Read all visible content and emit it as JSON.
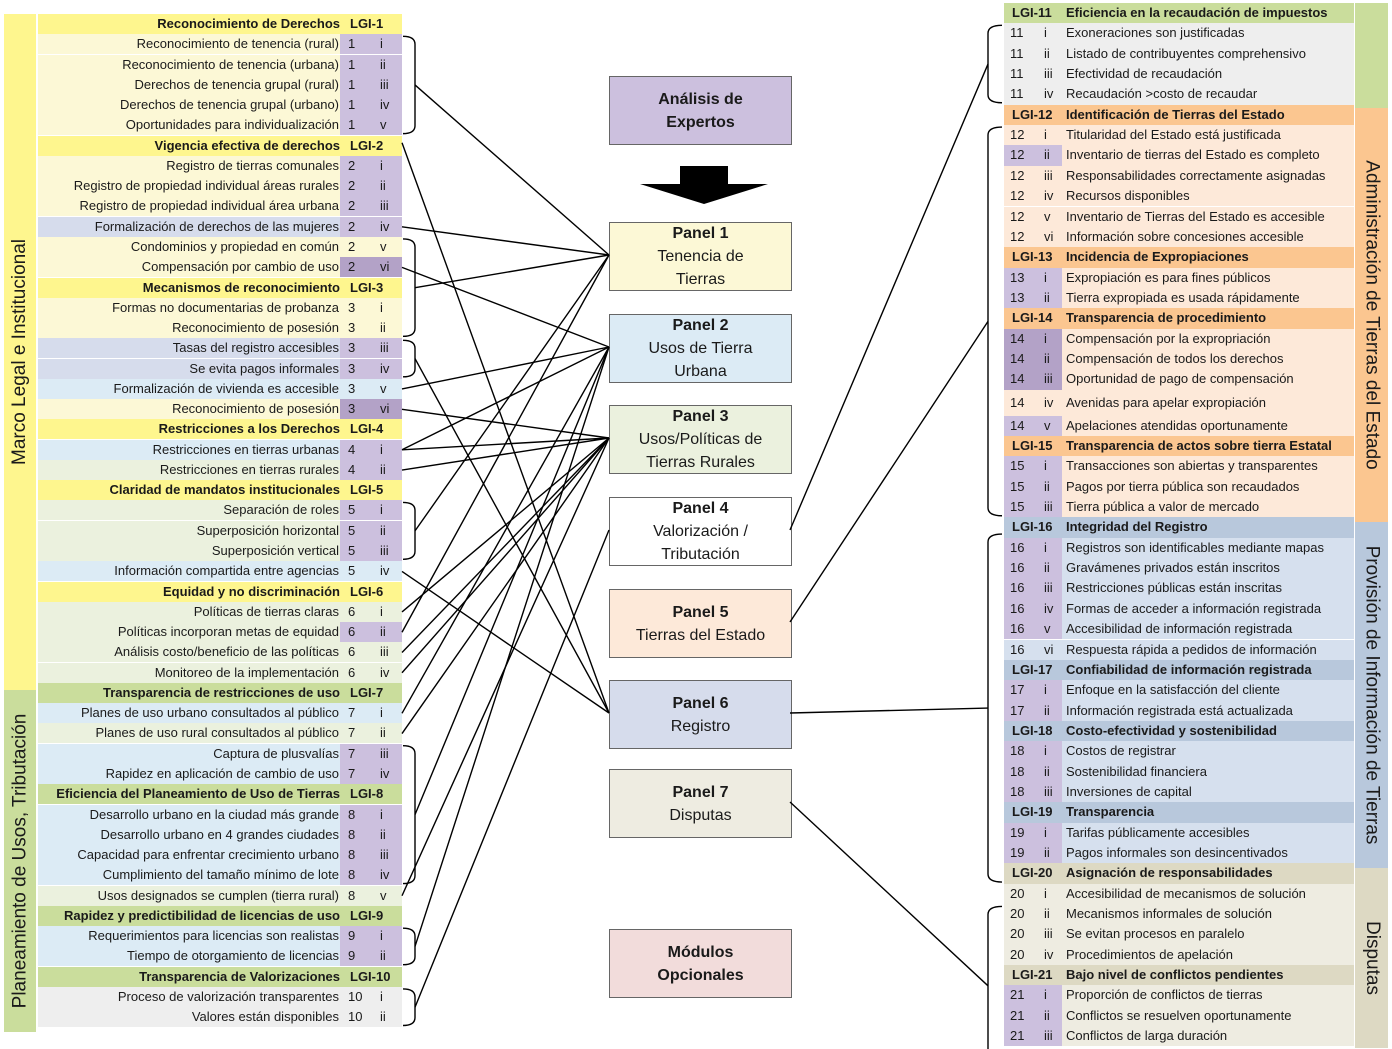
{
  "colors": {
    "yellow_head": "#fef68e",
    "yellow_row": "#fcf8d6",
    "green_head": "#cadd9c",
    "green_row": "#ebf1de",
    "blue_row": "#dcebf5",
    "lav_row": "#d6dcec",
    "purple": "#ccc0de",
    "orange_head": "#fbc690",
    "orange_row": "#fde9d9",
    "gray_row": "#eeeeee",
    "steel_head": "#b8c8dc",
    "steel_row": "#d6e0ee",
    "tan_head": "#ddd9c3",
    "tan_row": "#eeece1",
    "pink": "#f2dcdb"
  },
  "left_side_labels": [
    {
      "text": "Marco Legal e Institucional",
      "bg": "#fef68e"
    },
    {
      "text": "Planeamiento de Usos, Tributación",
      "bg": "#cadd9c"
    }
  ],
  "right_side_labels": [
    {
      "text": "Administración de Tierras del Estado",
      "bg": "#fbc690"
    },
    {
      "text": "Provisión de Información de Tierras",
      "bg": "#b8c8dc"
    },
    {
      "text": "Disputas",
      "bg": "#ddd9c3"
    }
  ],
  "left_rows": [
    {
      "h": 1,
      "label": "Reconocimiento de Derechos",
      "code": "LGI-1",
      "bg": "#fef68e"
    },
    {
      "label": "Reconocimiento de tenencia  (rural)",
      "n": "1",
      "r": "i",
      "bg": "#fcf8d6",
      "nb": "#ccc0de"
    },
    {
      "label": "Reconocimiento de tenencia  (urbana)",
      "n": "1",
      "r": "ii",
      "bg": "#fcf8d6",
      "nb": "#ccc0de"
    },
    {
      "label": "Derechos de tenencia grupal (rural)",
      "n": "1",
      "r": "iii",
      "bg": "#fcf8d6",
      "nb": "#ccc0de"
    },
    {
      "label": "Derechos de tenencia grupal  (urbano)",
      "n": "1",
      "r": "iv",
      "bg": "#fcf8d6",
      "nb": "#ccc0de"
    },
    {
      "label": "Oportunidades para individualización",
      "n": "1",
      "r": "v",
      "bg": "#fcf8d6",
      "nb": "#ccc0de"
    },
    {
      "h": 1,
      "label": "Vigencia efectiva de derechos",
      "code": "LGI-2",
      "bg": "#fef68e"
    },
    {
      "label": "Registro de tierras comunales",
      "n": "2",
      "r": "i",
      "bg": "#fcf8d6",
      "nb": "#ccc0de"
    },
    {
      "label": "Registro de propiedad individual áreas rurales",
      "n": "2",
      "r": "ii",
      "bg": "#fcf8d6",
      "nb": "#ccc0de"
    },
    {
      "label": "Registro de propiedad individual área urbana",
      "n": "2",
      "r": "iii",
      "bg": "#fcf8d6",
      "nb": "#ccc0de"
    },
    {
      "label": "Formalización de derechos de las mujeres",
      "n": "2",
      "r": "iv",
      "bg": "#d6dcec",
      "nb": "#ccc0de"
    },
    {
      "label": "Condominios y propiedad en común",
      "n": "2",
      "r": "v",
      "bg": "#fcf8d6",
      "nb": "#fcf8d6"
    },
    {
      "label": "Compensación por cambio de uso",
      "n": "2",
      "r": "vi",
      "bg": "#fcf8d6",
      "nb": "#ccc0de",
      "sel": 1
    },
    {
      "h": 1,
      "label": "Mecanismos de reconocimiento",
      "code": "LGI-3",
      "bg": "#fef68e"
    },
    {
      "label": "Formas no documentarias de probanza",
      "n": "3",
      "r": "i",
      "bg": "#fcf8d6",
      "nb": "#fcf8d6"
    },
    {
      "label": "Reconocimiento de posesión",
      "n": "3",
      "r": "ii",
      "bg": "#fcf8d6",
      "nb": "#fcf8d6"
    },
    {
      "label": "Tasas del registro accesibles",
      "n": "3",
      "r": "iii",
      "bg": "#d6dcec",
      "nb": "#ccc0de"
    },
    {
      "label": "Se evita pagos informales",
      "n": "3",
      "r": "iv",
      "bg": "#d6dcec",
      "nb": "#ccc0de"
    },
    {
      "label": "Formalización de vivienda  es accesible",
      "n": "3",
      "r": "v",
      "bg": "#dcebf5",
      "nb": "#dcebf5"
    },
    {
      "label": "Reconocimiento de posesión",
      "n": "3",
      "r": "vi",
      "bg": "#fcf8d6",
      "nb": "#ccc0de",
      "sel": 1
    },
    {
      "h": 1,
      "label": "Restricciones a los Derechos",
      "code": "LGI-4",
      "bg": "#fef68e"
    },
    {
      "label": "Restricciones en tierras urbanas",
      "n": "4",
      "r": "i",
      "bg": "#dcebf5",
      "nb": "#ccc0de"
    },
    {
      "label": "Restricciones en tierras rurales",
      "n": "4",
      "r": "ii",
      "bg": "#ebf1de",
      "nb": "#ccc0de"
    },
    {
      "h": 1,
      "label": "Claridad de mandatos institucionales",
      "code": "LGI-5",
      "bg": "#fef68e"
    },
    {
      "label": "Separación de roles",
      "n": "5",
      "r": "i",
      "bg": "#ebf1de",
      "nb": "#ccc0de"
    },
    {
      "label": "Superposición horizontal",
      "n": "5",
      "r": "ii",
      "bg": "#ebf1de",
      "nb": "#ccc0de"
    },
    {
      "label": "Superposición vertical",
      "n": "5",
      "r": "iii",
      "bg": "#ebf1de",
      "nb": "#ccc0de"
    },
    {
      "label": "Información compartida entre agencias",
      "n": "5",
      "r": "iv",
      "bg": "#dcebf5",
      "nb": "#dcebf5"
    },
    {
      "h": 1,
      "label": "Equidad y no discriminación",
      "code": "LGI-6",
      "bg": "#fef68e"
    },
    {
      "label": "Políticas de tierras claras",
      "n": "6",
      "r": "i",
      "bg": "#ebf1de",
      "nb": "#ebf1de"
    },
    {
      "label": "Políticas incorporan metas de equidad",
      "n": "6",
      "r": "ii",
      "bg": "#ebf1de",
      "nb": "#ccc0de"
    },
    {
      "label": "Análisis costo/beneficio de las políticas",
      "n": "6",
      "r": "iii",
      "bg": "#ebf1de",
      "nb": "#ebf1de"
    },
    {
      "label": "Monitoreo de la implementación",
      "n": "6",
      "r": "iv",
      "bg": "#ebf1de",
      "nb": "#ebf1de"
    },
    {
      "h": 1,
      "label": "Transparencia de restricciones de uso",
      "code": "LGI-7",
      "bg": "#cadd9c"
    },
    {
      "label": "Planes de uso  urbano consultados  al público",
      "n": "7",
      "r": "i",
      "bg": "#dcebf5",
      "nb": "#dcebf5"
    },
    {
      "label": "Planes de uso rural consultados al público",
      "n": "7",
      "r": "ii",
      "bg": "#ebf1de",
      "nb": "#ebf1de"
    },
    {
      "label": "Captura de plusvalías",
      "n": "7",
      "r": "iii",
      "bg": "#dcebf5",
      "nb": "#ccc0de"
    },
    {
      "label": "Rapidez en aplicación de cambio de uso",
      "n": "7",
      "r": "iv",
      "bg": "#dcebf5",
      "nb": "#ccc0de"
    },
    {
      "h": 1,
      "label": "Eficiencia del Planeamiento de Uso de Tierras",
      "code": "LGI-8",
      "bg": "#cadd9c"
    },
    {
      "label": "Desarrollo urbano en la ciudad más grande",
      "n": "8",
      "r": "i",
      "bg": "#dcebf5",
      "nb": "#ccc0de"
    },
    {
      "label": "Desarrollo urbano en 4 grandes ciudades",
      "n": "8",
      "r": "ii",
      "bg": "#dcebf5",
      "nb": "#ccc0de"
    },
    {
      "label": "Capacidad para enfrentar crecimiento urbano",
      "n": "8",
      "r": "iii",
      "bg": "#dcebf5",
      "nb": "#ccc0de"
    },
    {
      "label": "Cumplimiento del tamaño mínimo de lote",
      "n": "8",
      "r": "iv",
      "bg": "#dcebf5",
      "nb": "#ccc0de"
    },
    {
      "label": "Usos designados se cumplen (tierra rural)",
      "n": "8",
      "r": "v",
      "bg": "#ebf1de",
      "nb": "#ebf1de"
    },
    {
      "h": 1,
      "label": "Rapidez y predictibilidad de licencias de uso",
      "code": "LGI-9",
      "bg": "#cadd9c"
    },
    {
      "label": "Requerimientos para licencias son realistas",
      "n": "9",
      "r": "i",
      "bg": "#dcebf5",
      "nb": "#ccc0de"
    },
    {
      "label": "Tiempo de otorgamiento de licencias",
      "n": "9",
      "r": "ii",
      "bg": "#dcebf5",
      "nb": "#ccc0de"
    },
    {
      "h": 1,
      "label": "Transparencia de Valorizaciones",
      "code": "LGI-10",
      "bg": "#cadd9c"
    },
    {
      "label": "Proceso de valorización transparentes",
      "n": "10",
      "r": "i",
      "bg": "#eeeeee",
      "nb": "#eeeeee"
    },
    {
      "label": "Valores están disponibles",
      "n": "10",
      "r": "ii",
      "bg": "#eeeeee",
      "nb": "#eeeeee"
    }
  ],
  "right_rows": [
    {
      "h": 1,
      "code": "LGI-11",
      "label": "Eficiencia en la recaudación de impuestos",
      "bg": "#cadd9c"
    },
    {
      "n": "11",
      "r": "i",
      "label": "Exoneraciones son justificadas",
      "bg": "#eeeeee",
      "nb": "#eeeeee"
    },
    {
      "n": "11",
      "r": "ii",
      "label": "Listado de contribuyentes  comprehensivo",
      "bg": "#eeeeee",
      "nb": "#eeeeee"
    },
    {
      "n": "11",
      "r": "iii",
      "label": "Efectividad de recaudación",
      "bg": "#eeeeee",
      "nb": "#eeeeee"
    },
    {
      "n": "11",
      "r": "iv",
      "label": "Recaudación >costo de recaudar",
      "bg": "#eeeeee",
      "nb": "#eeeeee"
    },
    {
      "h": 1,
      "code": "LGI-12",
      "label": "Identificación de Tierras del Estado",
      "bg": "#fbc690"
    },
    {
      "n": "12",
      "r": "i",
      "label": "Titularidad del Estado está justificada",
      "bg": "#fde9d9",
      "nb": "#fde9d9"
    },
    {
      "n": "12",
      "r": "ii",
      "label": "Inventario de tierras del Estado  es completo",
      "bg": "#fde9d9",
      "nb": "#ccc0de"
    },
    {
      "n": "12",
      "r": "iii",
      "label": "Responsabilidades correctamente asignadas",
      "bg": "#fde9d9",
      "nb": "#fde9d9"
    },
    {
      "n": "12",
      "r": "iv",
      "label": "Recursos disponibles",
      "bg": "#fde9d9",
      "nb": "#fde9d9"
    },
    {
      "n": "12",
      "r": "v",
      "label": "Inventario de Tierras del Estado es accesible",
      "bg": "#fde9d9",
      "nb": "#fde9d9"
    },
    {
      "n": "12",
      "r": "vi",
      "label": "Información sobre concesiones  accesible",
      "bg": "#fde9d9",
      "nb": "#fde9d9"
    },
    {
      "h": 1,
      "code": "LGI-13",
      "label": "Incidencia de Expropiaciones",
      "bg": "#fbc690"
    },
    {
      "n": "13",
      "r": "i",
      "label": "Expropiación es para fines públicos",
      "bg": "#fde9d9",
      "nb": "#ccc0de"
    },
    {
      "n": "13",
      "r": "ii",
      "label": "Tierra expropiada es usada rápidamente",
      "bg": "#fde9d9",
      "nb": "#ccc0de"
    },
    {
      "h": 1,
      "code": "LGI-14",
      "label": "Transparencia de procedimiento",
      "bg": "#fbc690"
    },
    {
      "n": "14",
      "r": "i",
      "label": "Compensación  por la expropriación",
      "bg": "#fde9d9",
      "nb": "#b3a2c7"
    },
    {
      "n": "14",
      "r": "ii",
      "label": "Compensación  de todos  los derechos",
      "bg": "#fde9d9",
      "nb": "#b3a2c7"
    },
    {
      "n": "14",
      "r": "iii",
      "label": "Oportunidad de pago de compensación",
      "bg": "#fde9d9",
      "nb": "#b3a2c7"
    },
    {
      "n": "14",
      "r": "iv",
      "label": "Avenidas para apelar expropiación",
      "bg": "#fde9d9",
      "nb": "#fde9d9",
      "tall": 1
    },
    {
      "n": "14",
      "r": "v",
      "label": "Apelaciones atendidas oportunamente",
      "bg": "#fde9d9",
      "nb": "#ccc0de"
    },
    {
      "h": 1,
      "code": "LGI-15",
      "label": "Transparencia de actos sobre tierra Estatal",
      "bg": "#fbc690"
    },
    {
      "n": "15",
      "r": "i",
      "label": "Transacciones son abiertas y  transparentes",
      "bg": "#fde9d9",
      "nb": "#ccc0de"
    },
    {
      "n": "15",
      "r": "ii",
      "label": "Pagos por tierra pública son recaudados",
      "bg": "#fde9d9",
      "nb": "#ccc0de"
    },
    {
      "n": "15",
      "r": "iii",
      "label": "Tierra pública a  valor de mercado",
      "bg": "#fde9d9",
      "nb": "#ccc0de"
    },
    {
      "h": 1,
      "code": "LGI-16",
      "label": "Integridad del Registro",
      "bg": "#b8c8dc"
    },
    {
      "n": "16",
      "r": "i",
      "label": "Registros  son identificables mediante  mapas",
      "bg": "#d6e0ee",
      "nb": "#ccc0de"
    },
    {
      "n": "16",
      "r": "ii",
      "label": "Gravámenes privados están inscritos",
      "bg": "#d6e0ee",
      "nb": "#ccc0de"
    },
    {
      "n": "16",
      "r": "iii",
      "label": "Restricciones públicas están inscritas",
      "bg": "#d6e0ee",
      "nb": "#ccc0de"
    },
    {
      "n": "16",
      "r": "iv",
      "label": "Formas de acceder a información registrada",
      "bg": "#d6e0ee",
      "nb": "#ccc0de"
    },
    {
      "n": "16",
      "r": "v",
      "label": "Accesibilidad de información registrada",
      "bg": "#d6e0ee",
      "nb": "#ccc0de"
    },
    {
      "n": "16",
      "r": "vi",
      "label": "Respuesta rápida a pedidos de información",
      "bg": "#d6e0ee",
      "nb": "#d6e0ee"
    },
    {
      "h": 1,
      "code": "LGI-17",
      "label": "Confiabilidad de información registrada",
      "bg": "#b8c8dc"
    },
    {
      "n": "17",
      "r": "i",
      "label": "Enfoque en la satisfacción del cliente",
      "bg": "#d6e0ee",
      "nb": "#ccc0de"
    },
    {
      "n": "17",
      "r": "ii",
      "label": "Información registrada está actualizada",
      "bg": "#d6e0ee",
      "nb": "#ccc0de"
    },
    {
      "h": 1,
      "code": "LGI-18",
      "label": "Costo-efectividad y sostenibilidad",
      "bg": "#b8c8dc"
    },
    {
      "n": "18",
      "r": "i",
      "label": "Costos de registrar",
      "bg": "#d6e0ee",
      "nb": "#ccc0de"
    },
    {
      "n": "18",
      "r": "ii",
      "label": "Sostenibilidad  financiera",
      "bg": "#d6e0ee",
      "nb": "#ccc0de"
    },
    {
      "n": "18",
      "r": "iii",
      "label": "Inversiones de capital",
      "bg": "#d6e0ee",
      "nb": "#ccc0de"
    },
    {
      "h": 1,
      "code": "LGI-19",
      "label": "Transparencia",
      "bg": "#b8c8dc"
    },
    {
      "n": "19",
      "r": "i",
      "label": "Tarifas  públicamente  accesibles",
      "bg": "#d6e0ee",
      "nb": "#ccc0de"
    },
    {
      "n": "19",
      "r": "ii",
      "label": "Pagos informales son desincentivados",
      "bg": "#d6e0ee",
      "nb": "#ccc0de"
    },
    {
      "h": 1,
      "code": "LGI-20",
      "label": "Asignación de responsabilidades",
      "bg": "#ddd9c3"
    },
    {
      "n": "20",
      "r": "i",
      "label": "Accesibilidad de  mecanismos de solución",
      "bg": "#eeece1",
      "nb": "#eeece1"
    },
    {
      "n": "20",
      "r": "ii",
      "label": "Mecanismos informales de solución",
      "bg": "#eeece1",
      "nb": "#eeece1"
    },
    {
      "n": "20",
      "r": "iii",
      "label": "Se evitan procesos en paralelo",
      "bg": "#eeece1",
      "nb": "#eeece1"
    },
    {
      "n": "20",
      "r": "iv",
      "label": "Procedimientos de apelación",
      "bg": "#eeece1",
      "nb": "#eeece1"
    },
    {
      "h": 1,
      "code": "LGI-21",
      "label": "Bajo nivel de conflictos pendientes",
      "bg": "#ddd9c3"
    },
    {
      "n": "21",
      "r": "i",
      "label": "Proporción de conflictos de tierras",
      "bg": "#eeece1",
      "nb": "#ccc0de"
    },
    {
      "n": "21",
      "r": "ii",
      "label": "Conflictos se resuelven oportunamente",
      "bg": "#eeece1",
      "nb": "#ccc0de"
    },
    {
      "n": "21",
      "r": "iii",
      "label": "Conflictos de larga duración",
      "bg": "#eeece1",
      "nb": "#ccc0de"
    }
  ],
  "panels": [
    {
      "id": "expertos",
      "title": "Análisis de",
      "sub": "Expertos",
      "bg": "#ccc0de"
    },
    {
      "id": "p1",
      "title": "Panel 1",
      "sub": "Tenencia de",
      "sub2": "Tierras",
      "bg": "#fcf8d6"
    },
    {
      "id": "p2",
      "title": "Panel 2",
      "sub": "Usos de Tierra",
      "sub2": "Urbana",
      "bg": "#dcebf5"
    },
    {
      "id": "p3",
      "title": "Panel 3",
      "sub": "Usos/Políticas  de",
      "sub2": "Tierras  Rurales",
      "bg": "#ebf1de"
    },
    {
      "id": "p4",
      "title": "Panel 4",
      "sub": "Valorización /",
      "sub2": "Tributación",
      "bg": "#ffffff"
    },
    {
      "id": "p5",
      "title": "Panel 5",
      "sub": "Tierras del Estado",
      "bg": "#fde9d9"
    },
    {
      "id": "p6",
      "title": "Panel 6",
      "sub": "Registro",
      "bg": "#d6dcec"
    },
    {
      "id": "p7",
      "title": "Panel 7",
      "sub": "Disputas",
      "bg": "#eeece1"
    },
    {
      "id": "modulos",
      "title": "Módulos",
      "sub": "Opcionales",
      "bg": "#f2dcdb"
    }
  ]
}
